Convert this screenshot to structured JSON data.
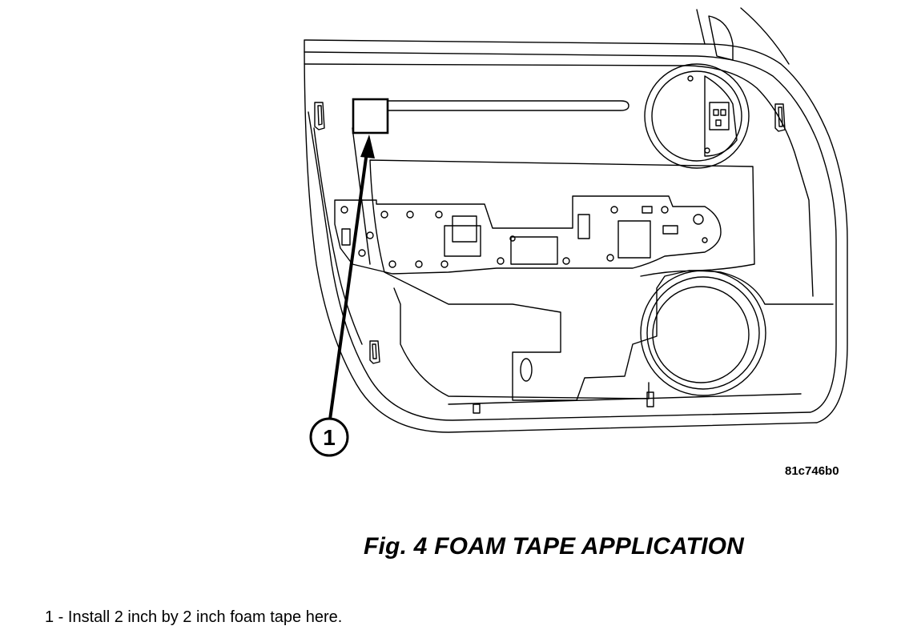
{
  "figure": {
    "drawing_code": "81c746b0",
    "caption": "Fig. 4 FOAM TAPE APPLICATION",
    "callout_number": "1",
    "legend": "1 - Install 2 inch by 2 inch foam tape here."
  }
}
